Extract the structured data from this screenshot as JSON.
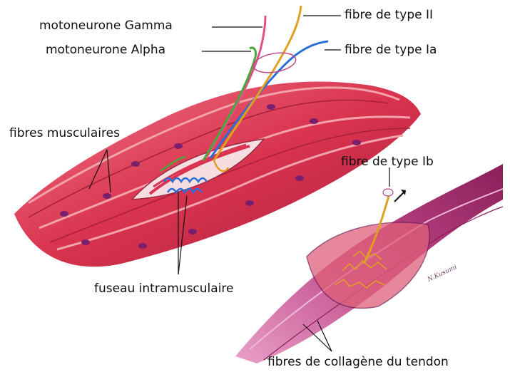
{
  "labels": {
    "motoneurone_gamma": "motoneurone Gamma",
    "motoneurone_alpha": "motoneurone Alpha",
    "fibre_type_II": "fibre de type II",
    "fibre_type_Ia": "fibre de type Ia",
    "fibres_musculaires": "fibres musculaires",
    "fibre_type_Ib": "fibre de type Ib",
    "fuseau_intramusculaire": "fuseau intramusculaire",
    "fibres_collagene": "fibres de collagène du tendon"
  },
  "signature": "N.Kusumi",
  "colors": {
    "muscle": "#d9334f",
    "muscle_dark": "#a8203c",
    "tendon": "#b8337a",
    "nerve_yellow": "#e0a020",
    "nerve_blue": "#2a6fd8",
    "nerve_green": "#4aa83a",
    "nerve_pink": "#e0508a",
    "nucleus": "#7a1f6e"
  }
}
